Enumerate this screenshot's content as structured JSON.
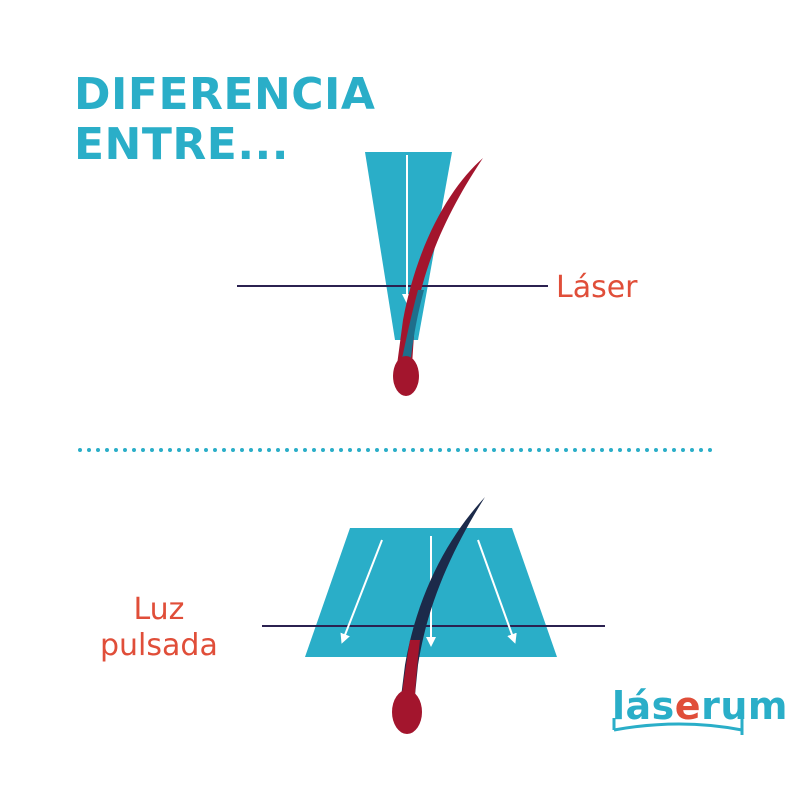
{
  "title": {
    "line1": "DIFERENCIA",
    "line2": "ENTRE..."
  },
  "labels": {
    "laser": "Láser",
    "luz_line1": "Luz",
    "luz_line2": "pulsada"
  },
  "brand": {
    "part1": "lás",
    "part2": "e",
    "part3": "rum"
  },
  "colors": {
    "accent": "#2aaec8",
    "label": "#e04e39",
    "hair": "#a3152d",
    "skin_line": "#2b2150"
  }
}
